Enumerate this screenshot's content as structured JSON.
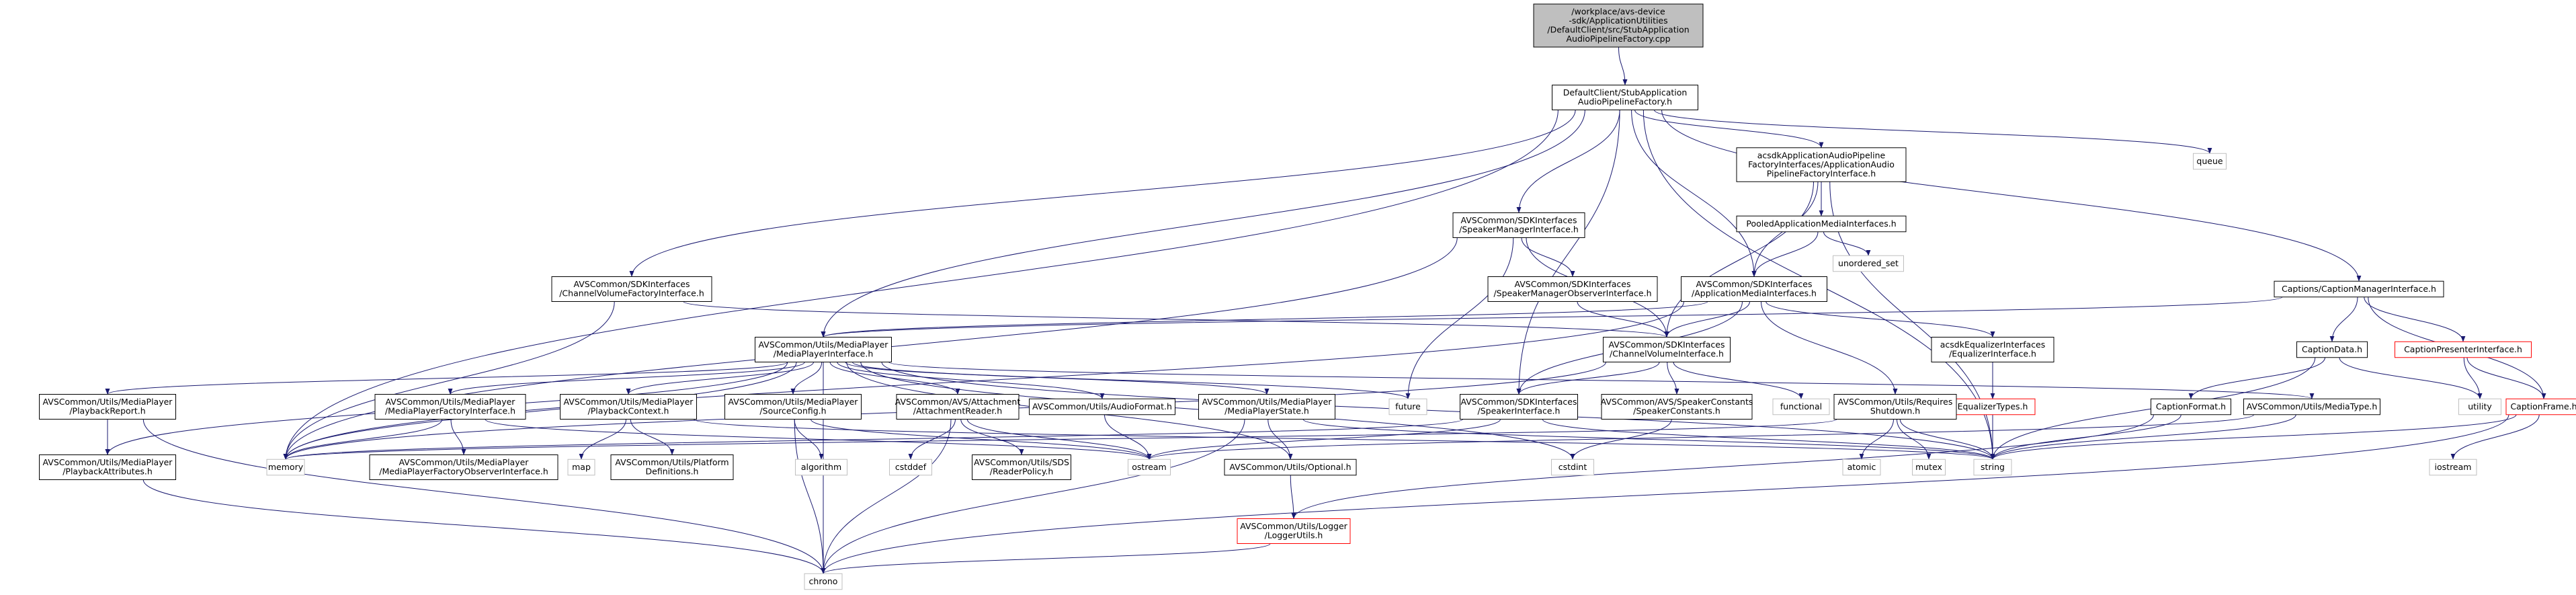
{
  "colors": {
    "edge": "#191970",
    "box_border": "#000000",
    "box_border_incomplete": "#ff0000",
    "box_border_external": "#bfbfbf",
    "root_fill": "#bfbfbf",
    "box_fill": "#ffffff"
  },
  "nodes": [
    {
      "id": "root",
      "lines": [
        "/workplace/avs-device",
        "-sdk/ApplicationUtilities",
        "/DefaultClient/src/StubApplication",
        "AudioPipelineFactory.cpp"
      ],
      "kind": "root"
    },
    {
      "id": "stub_h",
      "lines": [
        "DefaultClient/StubApplication",
        "AudioPipelineFactory.h"
      ],
      "kind": "normal"
    },
    {
      "id": "queue",
      "lines": [
        "queue"
      ],
      "kind": "external"
    },
    {
      "id": "acsdk_pipeline",
      "lines": [
        "acsdkApplicationAudioPipeline",
        "FactoryInterfaces/ApplicationAudio",
        "PipelineFactoryInterface.h"
      ],
      "kind": "normal"
    },
    {
      "id": "speaker_mgr",
      "lines": [
        "AVSCommon/SDKInterfaces",
        "/SpeakerManagerInterface.h"
      ],
      "kind": "normal"
    },
    {
      "id": "pooled",
      "lines": [
        "PooledApplicationMediaInterfaces.h"
      ],
      "kind": "normal"
    },
    {
      "id": "unordered_set",
      "lines": [
        "unordered_set"
      ],
      "kind": "external"
    },
    {
      "id": "spk_mgr_obs",
      "lines": [
        "AVSCommon/SDKInterfaces",
        "/SpeakerManagerObserverInterface.h"
      ],
      "kind": "normal"
    },
    {
      "id": "app_media",
      "lines": [
        "AVSCommon/SDKInterfaces",
        "/ApplicationMediaInterfaces.h"
      ],
      "kind": "normal"
    },
    {
      "id": "ch_vol_factory",
      "lines": [
        "AVSCommon/SDKInterfaces",
        "/ChannelVolumeFactoryInterface.h"
      ],
      "kind": "normal"
    },
    {
      "id": "caption_mgr",
      "lines": [
        "Captions/CaptionManagerInterface.h"
      ],
      "kind": "normal"
    },
    {
      "id": "media_player",
      "lines": [
        "AVSCommon/Utils/MediaPlayer",
        "/MediaPlayerInterface.h"
      ],
      "kind": "normal"
    },
    {
      "id": "ch_vol",
      "lines": [
        "AVSCommon/SDKInterfaces",
        "/ChannelVolumeInterface.h"
      ],
      "kind": "normal"
    },
    {
      "id": "eq_iface",
      "lines": [
        "acsdkEqualizerInterfaces",
        "/EqualizerInterface.h"
      ],
      "kind": "normal"
    },
    {
      "id": "caption_data",
      "lines": [
        "CaptionData.h"
      ],
      "kind": "normal"
    },
    {
      "id": "caption_presenter",
      "lines": [
        "CaptionPresenterInterface.h"
      ],
      "kind": "incomplete"
    },
    {
      "id": "eq_types",
      "lines": [
        "EqualizerTypes.h"
      ],
      "kind": "incomplete"
    },
    {
      "id": "playback_report",
      "lines": [
        "AVSCommon/Utils/MediaPlayer",
        "/PlaybackReport.h"
      ],
      "kind": "normal"
    },
    {
      "id": "mp_factory",
      "lines": [
        "AVSCommon/Utils/MediaPlayer",
        "/MediaPlayerFactoryInterface.h"
      ],
      "kind": "normal"
    },
    {
      "id": "playback_ctx",
      "lines": [
        "AVSCommon/Utils/MediaPlayer",
        "/PlaybackContext.h"
      ],
      "kind": "normal"
    },
    {
      "id": "source_cfg",
      "lines": [
        "AVSCommon/Utils/MediaPlayer",
        "/SourceConfig.h"
      ],
      "kind": "normal"
    },
    {
      "id": "attach_reader",
      "lines": [
        "AVSCommon/AVS/Attachment",
        "/AttachmentReader.h"
      ],
      "kind": "normal"
    },
    {
      "id": "audio_format",
      "lines": [
        "AVSCommon/Utils/AudioFormat.h"
      ],
      "kind": "normal"
    },
    {
      "id": "mp_state",
      "lines": [
        "AVSCommon/Utils/MediaPlayer",
        "/MediaPlayerState.h"
      ],
      "kind": "normal"
    },
    {
      "id": "future",
      "lines": [
        "future"
      ],
      "kind": "external"
    },
    {
      "id": "speaker_iface",
      "lines": [
        "AVSCommon/SDKInterfaces",
        "/SpeakerInterface.h"
      ],
      "kind": "normal"
    },
    {
      "id": "functional",
      "lines": [
        "functional"
      ],
      "kind": "external"
    },
    {
      "id": "spk_constants",
      "lines": [
        "AVSCommon/AVS/SpeakerConstants",
        "/SpeakerConstants.h"
      ],
      "kind": "normal"
    },
    {
      "id": "req_shutdown",
      "lines": [
        "AVSCommon/Utils/Requires",
        "Shutdown.h"
      ],
      "kind": "normal"
    },
    {
      "id": "media_type",
      "lines": [
        "AVSCommon/Utils/MediaType.h"
      ],
      "kind": "normal"
    },
    {
      "id": "caption_format",
      "lines": [
        "CaptionFormat.h"
      ],
      "kind": "normal"
    },
    {
      "id": "utility",
      "lines": [
        "utility"
      ],
      "kind": "external"
    },
    {
      "id": "caption_frame",
      "lines": [
        "CaptionFrame.h"
      ],
      "kind": "incomplete"
    },
    {
      "id": "playback_attr",
      "lines": [
        "AVSCommon/Utils/MediaPlayer",
        "/PlaybackAttributes.h"
      ],
      "kind": "normal"
    },
    {
      "id": "memory",
      "lines": [
        "memory"
      ],
      "kind": "external"
    },
    {
      "id": "mp_factory_obs",
      "lines": [
        "AVSCommon/Utils/MediaPlayer",
        "/MediaPlayerFactoryObserverInterface.h"
      ],
      "kind": "normal"
    },
    {
      "id": "map",
      "lines": [
        "map"
      ],
      "kind": "external"
    },
    {
      "id": "platform_defs",
      "lines": [
        "AVSCommon/Utils/Platform",
        "Definitions.h"
      ],
      "kind": "normal"
    },
    {
      "id": "algorithm",
      "lines": [
        "algorithm"
      ],
      "kind": "external"
    },
    {
      "id": "cstddef",
      "lines": [
        "cstddef"
      ],
      "kind": "external"
    },
    {
      "id": "reader_policy",
      "lines": [
        "AVSCommon/Utils/SDS",
        "/ReaderPolicy.h"
      ],
      "kind": "normal"
    },
    {
      "id": "ostream",
      "lines": [
        "ostream"
      ],
      "kind": "external"
    },
    {
      "id": "optional",
      "lines": [
        "AVSCommon/Utils/Optional.h"
      ],
      "kind": "normal"
    },
    {
      "id": "cstdint",
      "lines": [
        "cstdint"
      ],
      "kind": "external"
    },
    {
      "id": "atomic",
      "lines": [
        "atomic"
      ],
      "kind": "external"
    },
    {
      "id": "mutex",
      "lines": [
        "mutex"
      ],
      "kind": "external"
    },
    {
      "id": "string",
      "lines": [
        "string"
      ],
      "kind": "external"
    },
    {
      "id": "iostream",
      "lines": [
        "iostream"
      ],
      "kind": "external"
    },
    {
      "id": "logger_utils",
      "lines": [
        "AVSCommon/Utils/Logger",
        "/LoggerUtils.h"
      ],
      "kind": "incomplete"
    },
    {
      "id": "chrono",
      "lines": [
        "chrono"
      ],
      "kind": "external"
    }
  ],
  "edges": [
    [
      "root",
      "stub_h"
    ],
    [
      "stub_h",
      "queue"
    ],
    [
      "stub_h",
      "acsdk_pipeline"
    ],
    [
      "stub_h",
      "speaker_mgr"
    ],
    [
      "stub_h",
      "app_media"
    ],
    [
      "stub_h",
      "ch_vol_factory"
    ],
    [
      "stub_h",
      "caption_mgr"
    ],
    [
      "stub_h",
      "media_player"
    ],
    [
      "stub_h",
      "speaker_iface"
    ],
    [
      "stub_h",
      "memory"
    ],
    [
      "stub_h",
      "string"
    ],
    [
      "acsdk_pipeline",
      "pooled"
    ],
    [
      "acsdk_pipeline",
      "app_media"
    ],
    [
      "acsdk_pipeline",
      "ch_vol"
    ],
    [
      "acsdk_pipeline",
      "string"
    ],
    [
      "pooled",
      "unordered_set"
    ],
    [
      "pooled",
      "app_media"
    ],
    [
      "speaker_mgr",
      "spk_mgr_obs"
    ],
    [
      "speaker_mgr",
      "ch_vol"
    ],
    [
      "speaker_mgr",
      "future"
    ],
    [
      "speaker_mgr",
      "memory"
    ],
    [
      "spk_mgr_obs",
      "ch_vol"
    ],
    [
      "app_media",
      "media_player"
    ],
    [
      "app_media",
      "ch_vol"
    ],
    [
      "app_media",
      "eq_iface"
    ],
    [
      "app_media",
      "req_shutdown"
    ],
    [
      "app_media",
      "speaker_iface"
    ],
    [
      "app_media",
      "memory"
    ],
    [
      "ch_vol_factory",
      "ch_vol"
    ],
    [
      "ch_vol_factory",
      "memory"
    ],
    [
      "caption_mgr",
      "caption_data"
    ],
    [
      "caption_mgr",
      "caption_presenter"
    ],
    [
      "caption_mgr",
      "caption_frame"
    ],
    [
      "caption_mgr",
      "media_player"
    ],
    [
      "media_player",
      "playback_report"
    ],
    [
      "media_player",
      "mp_factory"
    ],
    [
      "media_player",
      "playback_ctx"
    ],
    [
      "media_player",
      "source_cfg"
    ],
    [
      "media_player",
      "attach_reader"
    ],
    [
      "media_player",
      "audio_format"
    ],
    [
      "media_player",
      "mp_state"
    ],
    [
      "media_player",
      "future"
    ],
    [
      "media_player",
      "media_type"
    ],
    [
      "media_player",
      "playback_attr"
    ],
    [
      "media_player",
      "memory"
    ],
    [
      "media_player",
      "optional"
    ],
    [
      "media_player",
      "cstdint"
    ],
    [
      "media_player",
      "chrono"
    ],
    [
      "media_player",
      "string"
    ],
    [
      "ch_vol",
      "speaker_iface"
    ],
    [
      "ch_vol",
      "functional"
    ],
    [
      "ch_vol",
      "spk_constants"
    ],
    [
      "ch_vol",
      "memory"
    ],
    [
      "eq_iface",
      "eq_types"
    ],
    [
      "eq_types",
      "string"
    ],
    [
      "caption_data",
      "caption_format"
    ],
    [
      "caption_data",
      "utility"
    ],
    [
      "caption_data",
      "string"
    ],
    [
      "caption_presenter",
      "utility"
    ],
    [
      "caption_presenter",
      "caption_frame"
    ],
    [
      "caption_frame",
      "iostream"
    ],
    [
      "caption_frame",
      "string"
    ],
    [
      "caption_frame",
      "chrono"
    ],
    [
      "caption_format",
      "logger_utils"
    ],
    [
      "caption_format",
      "string"
    ],
    [
      "playback_report",
      "playback_attr"
    ],
    [
      "playback_report",
      "chrono"
    ],
    [
      "playback_attr",
      "chrono"
    ],
    [
      "mp_factory",
      "mp_factory_obs"
    ],
    [
      "mp_factory",
      "memory"
    ],
    [
      "mp_factory",
      "ostream"
    ],
    [
      "playback_ctx",
      "map"
    ],
    [
      "playback_ctx",
      "platform_defs"
    ],
    [
      "playback_ctx",
      "string"
    ],
    [
      "source_cfg",
      "algorithm"
    ],
    [
      "source_cfg",
      "chrono"
    ],
    [
      "source_cfg",
      "ostream"
    ],
    [
      "attach_reader",
      "cstddef"
    ],
    [
      "attach_reader",
      "reader_policy"
    ],
    [
      "attach_reader",
      "chrono"
    ],
    [
      "attach_reader",
      "ostream"
    ],
    [
      "audio_format",
      "ostream"
    ],
    [
      "mp_state",
      "optional"
    ],
    [
      "mp_state",
      "chrono"
    ],
    [
      "mp_state",
      "string"
    ],
    [
      "optional",
      "logger_utils"
    ],
    [
      "logger_utils",
      "chrono"
    ],
    [
      "speaker_iface",
      "memory"
    ],
    [
      "speaker_iface",
      "ostream"
    ],
    [
      "speaker_iface",
      "string"
    ],
    [
      "spk_constants",
      "cstdint"
    ],
    [
      "req_shutdown",
      "atomic"
    ],
    [
      "req_shutdown",
      "mutex"
    ],
    [
      "req_shutdown",
      "string"
    ],
    [
      "req_shutdown",
      "memory"
    ],
    [
      "media_type",
      "ostream"
    ],
    [
      "media_type",
      "string"
    ]
  ]
}
